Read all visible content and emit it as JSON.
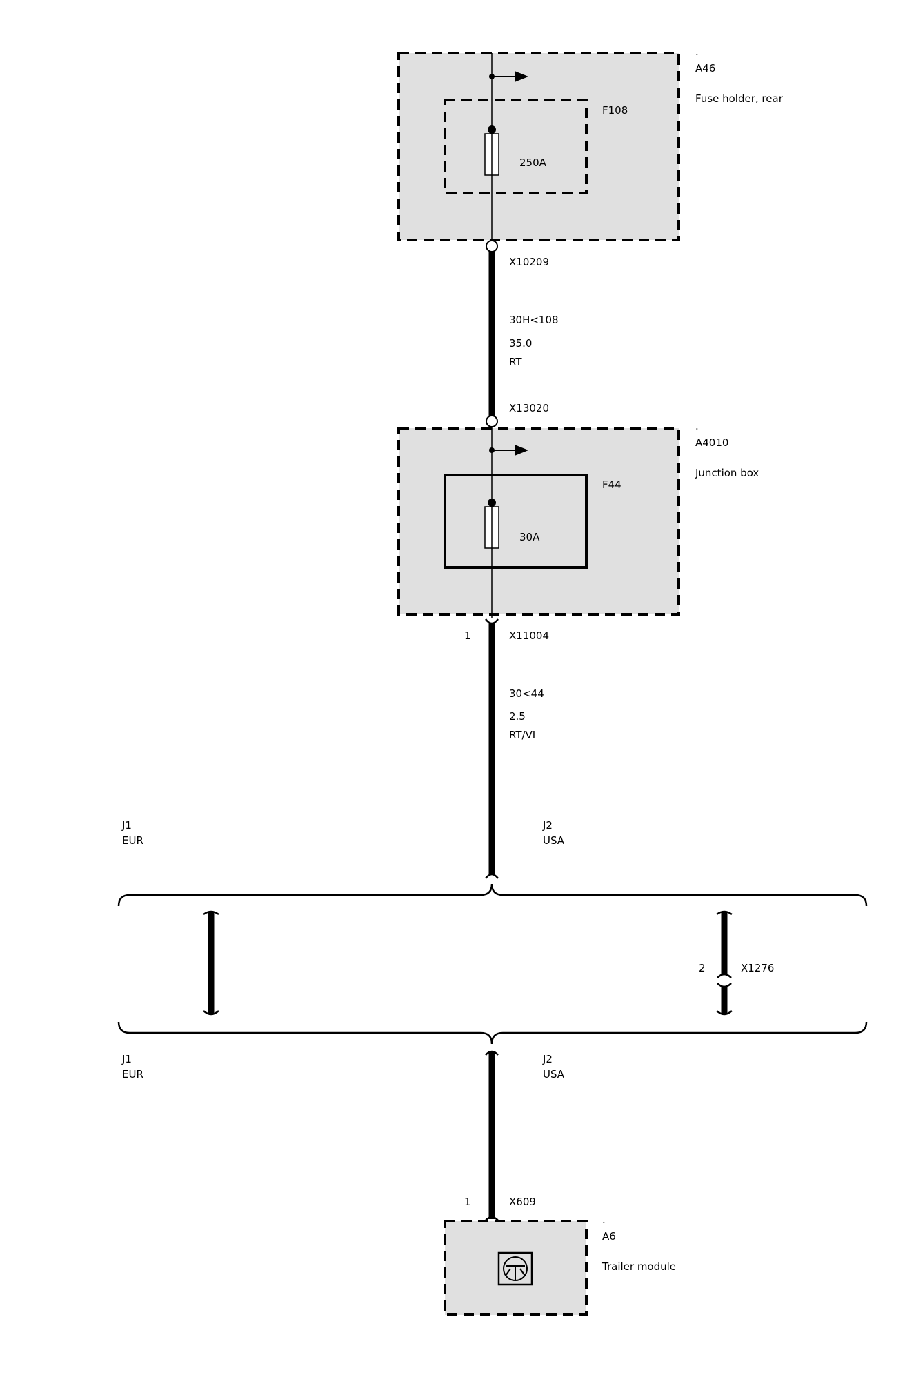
{
  "components": {
    "a46": {
      "dot": ".",
      "id": "A46",
      "name": "Fuse holder, rear"
    },
    "f108": {
      "id": "F108",
      "rating": "250A"
    },
    "a4010": {
      "dot": ".",
      "id": "A4010",
      "name": "Junction box"
    },
    "f44": {
      "id": "F44",
      "rating": "30A"
    },
    "a6": {
      "dot": ".",
      "id": "A6",
      "name": "Trailer module"
    }
  },
  "connectors": {
    "x10209": "X10209",
    "x13020": "X13020",
    "x11004": {
      "id": "X11004",
      "pin": "1"
    },
    "x1276": {
      "id": "X1276",
      "pin": "2"
    },
    "x609": {
      "id": "X609",
      "pin": "1"
    }
  },
  "wires": {
    "w1": {
      "circuit": "30H<108",
      "size": "35.0",
      "color": "RT"
    },
    "w2": {
      "circuit": "30<44",
      "size": "2.5",
      "color": "RT/VI"
    }
  },
  "variants": {
    "top": {
      "j1": "J1",
      "j1_region": "EUR",
      "j2": "J2",
      "j2_region": "USA"
    },
    "bottom": {
      "j1": "J1",
      "j1_region": "EUR",
      "j2": "J2",
      "j2_region": "USA"
    }
  }
}
